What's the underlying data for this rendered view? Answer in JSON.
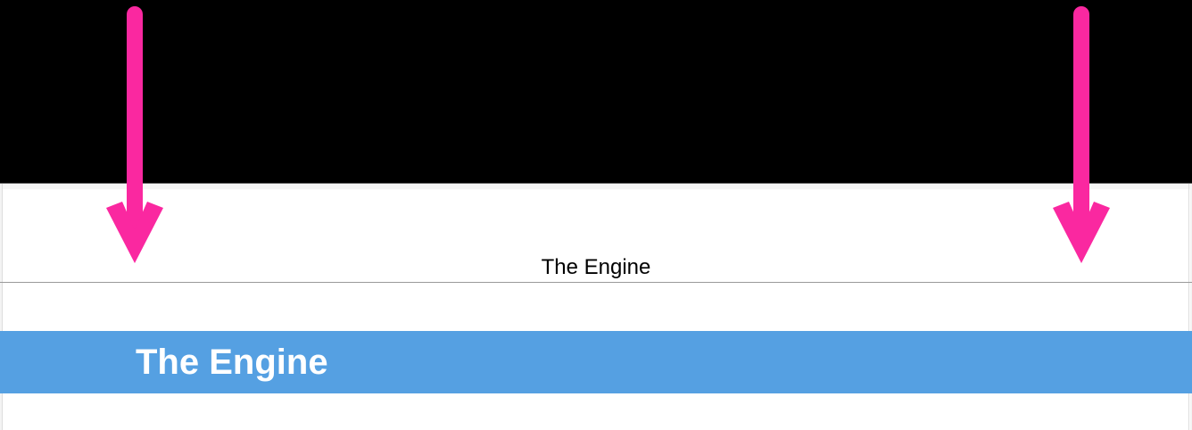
{
  "colors": {
    "top_region": "#000000",
    "page_background": "#ffffff",
    "divider": "#9a9a9a",
    "heading_bar": "#55a0e2",
    "heading_text": "#ffffff",
    "header_title_text": "#000000",
    "arrow": "#fa28a0"
  },
  "document": {
    "header_title": "The Engine",
    "section_heading": "The Engine"
  },
  "annotations": {
    "arrows": [
      {
        "id": "left-down-arrow",
        "direction": "down"
      },
      {
        "id": "right-down-arrow",
        "direction": "down"
      }
    ]
  }
}
